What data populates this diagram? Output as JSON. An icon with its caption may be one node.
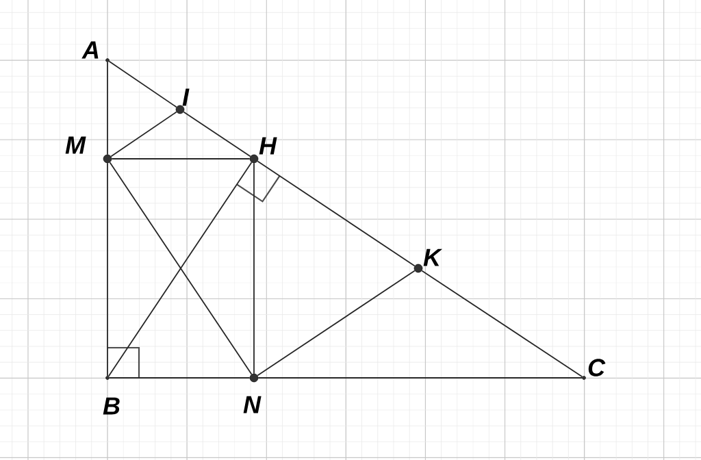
{
  "diagram": {
    "nodes": [
      {
        "text": [
          "A"
        ]
      },
      {
        "text": [
          "I"
        ]
      },
      {
        "text": [
          "M"
        ]
      },
      {
        "text": [
          "H"
        ]
      },
      {
        "text": [
          "K"
        ]
      },
      {
        "text": [
          "B"
        ]
      },
      {
        "text": [
          "N"
        ]
      },
      {
        "text": [
          "C"
        ]
      }
    ],
    "edges": [
      {
        "from": 0,
        "to": 1,
        "arrow": "none"
      },
      {
        "from": 1,
        "to": 3,
        "arrow": "none"
      },
      {
        "from": 3,
        "to": 4,
        "arrow": "none"
      },
      {
        "from": 4,
        "to": 7,
        "arrow": "none"
      },
      {
        "from": 0,
        "to": 2,
        "arrow": "none"
      },
      {
        "from": 2,
        "to": 5,
        "arrow": "none"
      },
      {
        "from": 5,
        "to": 6,
        "arrow": "none"
      },
      {
        "from": 6,
        "to": 7,
        "arrow": "none"
      },
      {
        "from": 2,
        "to": 1,
        "arrow": "none"
      },
      {
        "from": 2,
        "to": 3,
        "arrow": "none"
      },
      {
        "from": 2,
        "to": 6,
        "arrow": "none"
      },
      {
        "from": 5,
        "to": 3,
        "arrow": "none"
      },
      {
        "from": 3,
        "to": 6,
        "arrow": "none"
      },
      {
        "from": 6,
        "to": 4,
        "arrow": "none"
      }
    ]
  }
}
